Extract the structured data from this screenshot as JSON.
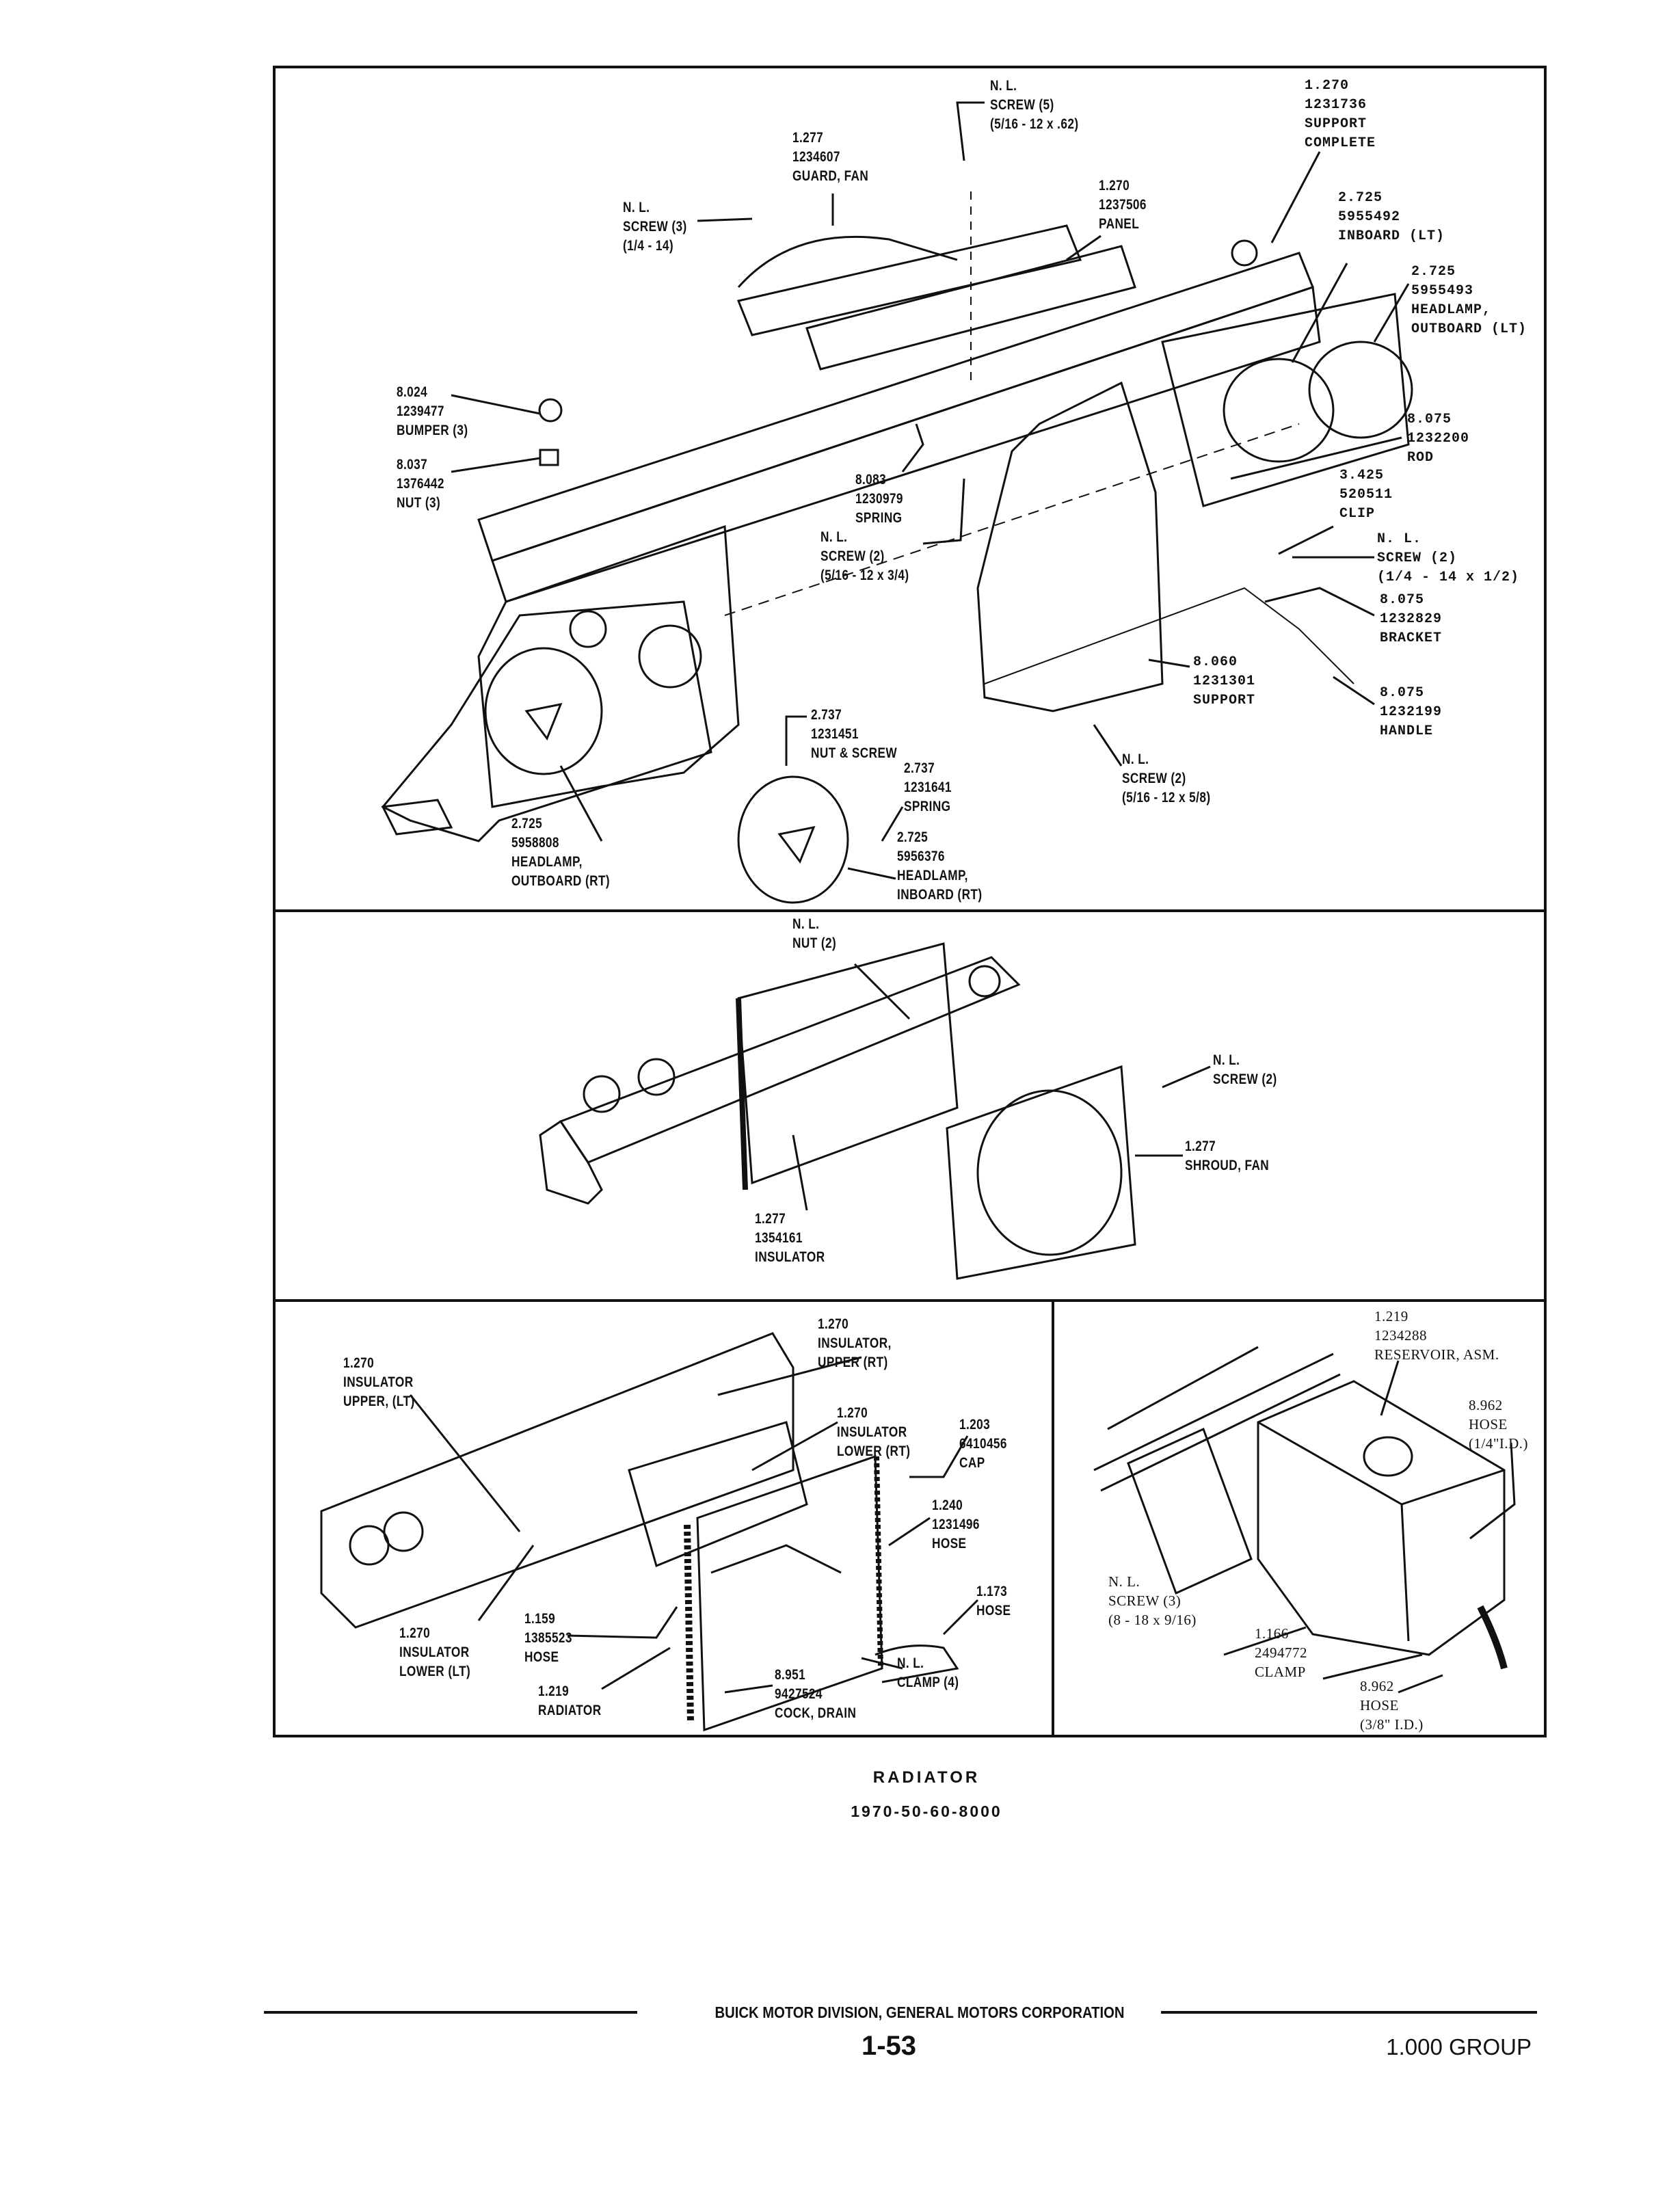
{
  "top_panel": {
    "screw_5": "N. L.\nSCREW (5)\n(5/16 - 12 x .62)",
    "guard_fan": "1.277\n1234607\nGUARD, FAN",
    "screw_3": "N. L.\nSCREW (3)\n(1/4 - 14)",
    "panel": "1.270\n1237506\nPANEL",
    "support_complete": "1.270\n1231736\nSUPPORT\nCOMPLETE",
    "inboard_lt": "2.725\n5955492\nINBOARD (LT)",
    "headlamp_outboard_lt": "2.725\n5955493\nHEADLAMP,\nOUTBOARD (LT)",
    "bumper": "8.024\n1239477\nBUMPER (3)",
    "nut_3": "8.037\n1376442\nNUT (3)",
    "spring_8083": "8.083\n1230979\nSPRING",
    "screw_2_34": "N. L.\nSCREW (2)\n(5/16 - 12 x 3/4)",
    "rod": "8.075\n1232200\nROD",
    "clip": "3.425\n520511\nCLIP",
    "screw_2_12": "N. L.\nSCREW (2)\n(1/4 - 14 x 1/2)",
    "bracket": "8.075\n1232829\nBRACKET",
    "handle": "8.075\n1232199\nHANDLE",
    "support_8060": "8.060\n1231301\nSUPPORT",
    "nut_screw": "2.737\n1231451\nNUT & SCREW",
    "spring_2737": "2.737\n1231641\nSPRING",
    "screw_2_58": "N. L.\nSCREW (2)\n(5/16 - 12 x 5/8)",
    "headlamp_outboard_rt": "2.725\n5958808\nHEADLAMP,\nOUTBOARD (RT)",
    "headlamp_inboard_rt": "2.725\n5956376\nHEADLAMP,\nINBOARD (RT)"
  },
  "middle_panel": {
    "nut_2": "N. L.\nNUT (2)",
    "screw_2": "N. L.\nSCREW (2)",
    "shroud_fan": "1.277\nSHROUD, FAN",
    "insulator": "1.277\n1354161\nINSULATOR"
  },
  "bottom_left_panel": {
    "insulator_upper_rt": "1.270\nINSULATOR,\nUPPER (RT)",
    "insulator_upper_lt": "1.270\nINSULATOR\nUPPER, (LT)",
    "insulator_lower_rt": "1.270\nINSULATOR\nLOWER (RT)",
    "cap": "1.203\n6410456\nCAP",
    "hose_1240": "1.240\n1231496\nHOSE",
    "hose_1173": "1.173\nHOSE",
    "insulator_lower_lt": "1.270\nINSULATOR\nLOWER (LT)",
    "hose_1159": "1.159\n1385523\nHOSE",
    "clamp_4": "N. L.\nCLAMP (4)",
    "radiator": "1.219\nRADIATOR",
    "cock_drain": "8.951\n9427524\nCOCK, DRAIN"
  },
  "bottom_right_panel": {
    "reservoir": "1.219\n1234288\nRESERVOIR, ASM.",
    "hose_14": "8.962\nHOSE\n(1/4\"I.D.)",
    "screw_3": "N. L.\nSCREW (3)\n(8 - 18 x 9/16)",
    "clamp": "1.166\n2494772\nCLAMP",
    "hose_38": "8.962\nHOSE\n(3/8\" I.D.)"
  },
  "caption": {
    "title": "RADIATOR",
    "code": "1970-50-60-8000"
  },
  "footer": {
    "publisher": "BUICK MOTOR DIVISION, GENERAL MOTORS CORPORATION",
    "page_number": "1-53",
    "group": "1.000 GROUP"
  }
}
